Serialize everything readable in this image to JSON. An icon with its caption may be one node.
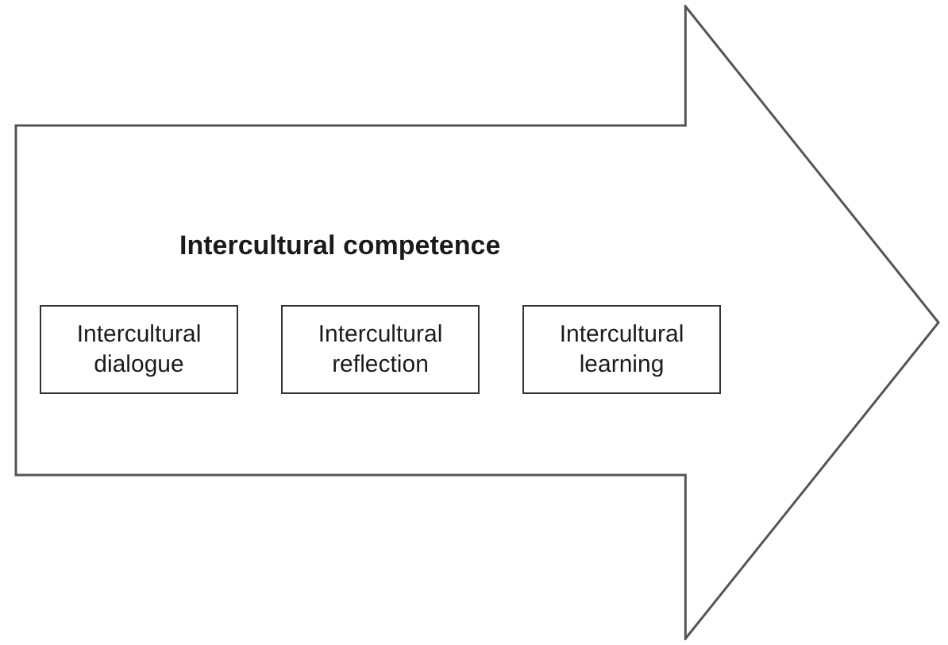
{
  "diagram": {
    "nodes": [
      {
        "text": [
          "Intercultural competence"
        ]
      },
      {
        "text": [
          "Intercultural dialogue"
        ],
        "in": 0
      },
      {
        "text": [
          "Intercultural reflection"
        ],
        "in": 0
      },
      {
        "text": [
          "Intercultural learning"
        ],
        "in": 0
      }
    ]
  }
}
